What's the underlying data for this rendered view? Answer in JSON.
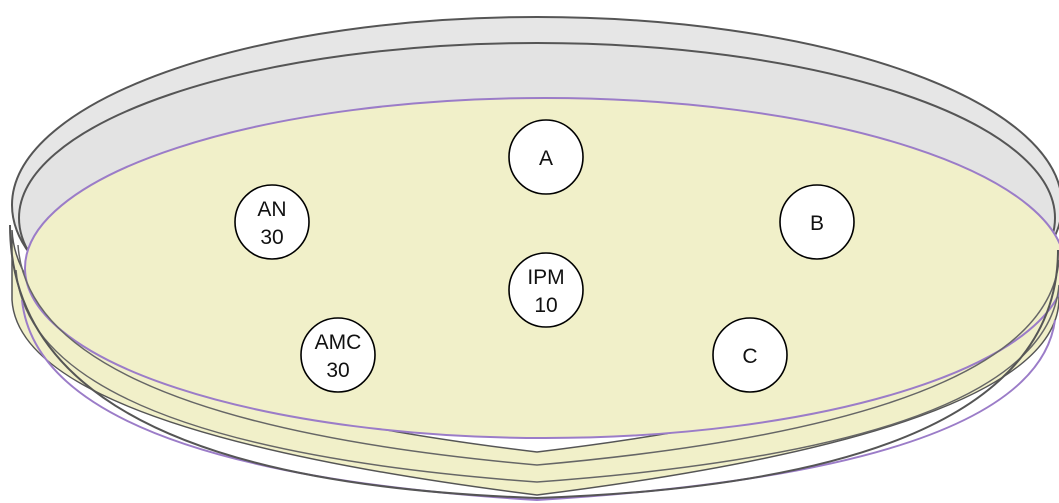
{
  "colors": {
    "agar": "#f1f0c9",
    "agar_upper": "#eeeebe",
    "lid_gray": "#e6e6e6",
    "rim_dark": "#5a5a5a",
    "purple_edge": "#9b7cc8",
    "disk_fill": "#ffffff",
    "disk_stroke": "#000000"
  },
  "disks": [
    {
      "id": "A",
      "lines": [
        "A"
      ]
    },
    {
      "id": "AN30",
      "lines": [
        "AN",
        "30"
      ]
    },
    {
      "id": "B",
      "lines": [
        "B"
      ]
    },
    {
      "id": "IPM10",
      "lines": [
        "IPM",
        "10"
      ]
    },
    {
      "id": "AMC30",
      "lines": [
        "AMC",
        "30"
      ]
    },
    {
      "id": "C",
      "lines": [
        "C"
      ]
    }
  ]
}
